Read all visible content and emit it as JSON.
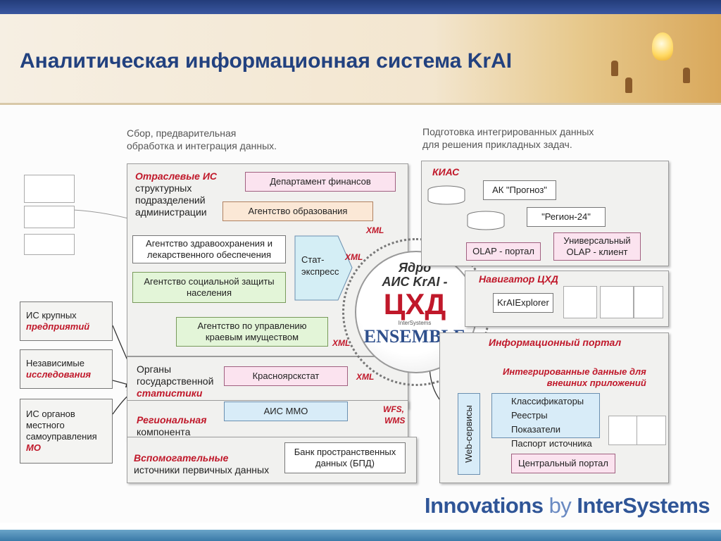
{
  "title": "Аналитическая информационная система KrAI",
  "footer": {
    "brand_a": "Innovations",
    "brand_by": " by ",
    "brand_b": "InterSystems"
  },
  "captions": {
    "left": [
      "Сбор, предварительная",
      "обработка и интеграция данных."
    ],
    "right": [
      "Подготовка интегрированных данных",
      "для решения прикладных задач."
    ]
  },
  "sources": {
    "otrasl_title": "Отраслевые ИС",
    "otrasl_sub": [
      "структурных",
      "подразделений",
      "администрации"
    ],
    "dep_fin": "Департамент финансов",
    "ag_obr": "Агентство образования",
    "ag_zdrav": [
      "Агентство здравоохранения и",
      "лекарственного обеспечения"
    ],
    "ag_soc": [
      "Агентство социальной защиты",
      "населения"
    ],
    "ag_imush": [
      "Агентство по управлению",
      "краевым имуществом"
    ],
    "stat_express": [
      "Стат-",
      "экспресс"
    ],
    "organs": [
      "Органы",
      "государственной"
    ],
    "organs_red": "статистики",
    "krasstat": "Красноярскстат",
    "region_red": "Региональная",
    "region_sub": "компонента",
    "ais_mmo": "АИС ММО",
    "vspom_red": "Вспомогательные",
    "vspom_sub": "источники первичных данных",
    "bpd": [
      "Банк пространственных",
      "данных (БПД)"
    ]
  },
  "external": {
    "krup": [
      "ИС крупных"
    ],
    "krup_red": "предприятий",
    "nezav": [
      "Независимые"
    ],
    "nezav_red": "исследования",
    "mest": [
      "ИС органов",
      "местного",
      "самоуправления"
    ],
    "mest_red": "МО"
  },
  "labels": {
    "xml": "XML",
    "wfs": "WFS,",
    "wms": "WMS"
  },
  "core": {
    "line1": "Ядро",
    "line2": "АИС KrAI -",
    "big": "ЦХД",
    "small": "InterSystems",
    "brand": "ENSEMBLE"
  },
  "kias": {
    "title": "КИАС",
    "ak": "АК \"Прогноз\"",
    "region24": "\"Регион-24\"",
    "olap": "OLAP - портал",
    "univ": [
      "Универсальный",
      "OLAP - клиент"
    ]
  },
  "nav": {
    "title": "Навигатор ЦХД",
    "explorer": "KrAIExplorer"
  },
  "portal": {
    "title": "Информационный  портал",
    "integ": [
      "Интегрированные данные для",
      "внешних приложений"
    ],
    "web": "Web-сервисы",
    "items": [
      "Классификаторы",
      "Реестры",
      "Показатели",
      "Паспорт источника"
    ],
    "central": "Центральный портал"
  },
  "colors": {
    "title": "#22417f",
    "red": "#c0182a",
    "brand": "#2f5597"
  }
}
